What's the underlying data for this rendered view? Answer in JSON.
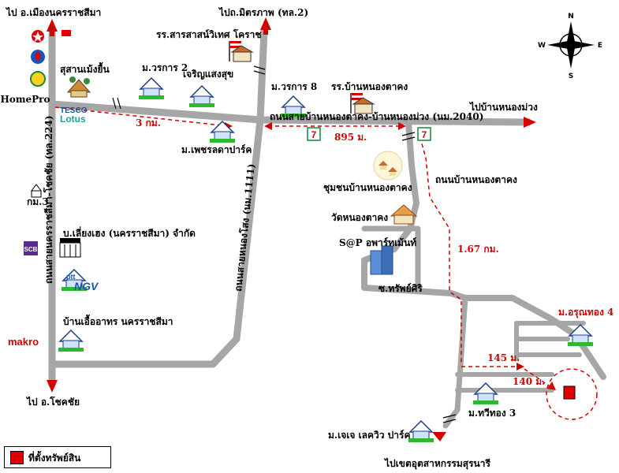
{
  "map": {
    "top_left_dest": "ไป อ.เมืองนครราชสีมา",
    "top_mid_dest": "ไปถ.มิตรภาพ (ทล.2)",
    "right_dest": "ไปบ้านหนองม่วง",
    "bottom_left_dest": "ไป อ.โชคชัย",
    "bottom_right_dest": "ไปเขตอุตสาหกรรมสุรนารี",
    "road_main_left": "ถนนสายนครราชสีมา-โชคชัย (ทล.224)",
    "road_main_center": "ถนนสายบ้านหนองตาคง-บ้านหนองม่วง (นม.2040)",
    "road_vertical": "ถนนสายหนองโสง (นม.1111)",
    "road_ban_nong_ta_khong": "ถนนบ้านหนองตาคง",
    "road_soi": "ซ.ทรัพย์ศิริ",
    "places": {
      "school_sarasas": "รร.สารสาสน์วิเทศ โคราช",
      "supalan": "สุสานเม้งยื้น",
      "worakarn2": "ม.วรการ 2",
      "charoen": "เจริญแสงสุข",
      "worakarn8": "ม.วรการ 8",
      "school_nong_ta_khong": "รร.บ้านหนองตาคง",
      "petch": "ม.เพชรลดาปาร์ค",
      "community": "ชุมชนบ้านหนองตาคง",
      "temple": "วัดหนองตาคง",
      "apartment": "S@P อพาร์ทเม้นท์",
      "km3": "กม.3",
      "liang": "บ.เลี่ยงเฮง (นครราชสีมา) จำกัด",
      "ban_uea": "บ้านเอื้ออาทร นครราชสีมา",
      "aroon": "ม.อรุณทอง 4",
      "thawee": "ม.ทวีทอง 3",
      "mj": "ม.เจเจ เลควิว ปาร์ค"
    },
    "brands": {
      "homepro": "HomePro",
      "tesco": "TESCO",
      "lotus": "Lotus",
      "makro": "makro",
      "ptt": "ptt",
      "ngv": "NGV",
      "scb": "SCB"
    },
    "distances": {
      "d3km": "3 กม.",
      "d895": "895 ม.",
      "d167": "1.67 กม.",
      "d145": "145 ม.",
      "d140": "140 ม."
    },
    "compass": {
      "n": "N",
      "s": "S",
      "e": "E",
      "w": "W"
    },
    "colors": {
      "road": "#a6a6a6",
      "route": "#d40000",
      "property": "#e00000",
      "arrow": "#d40000"
    }
  },
  "legend": {
    "label": "ที่ตั้งทรัพย์สิน"
  }
}
